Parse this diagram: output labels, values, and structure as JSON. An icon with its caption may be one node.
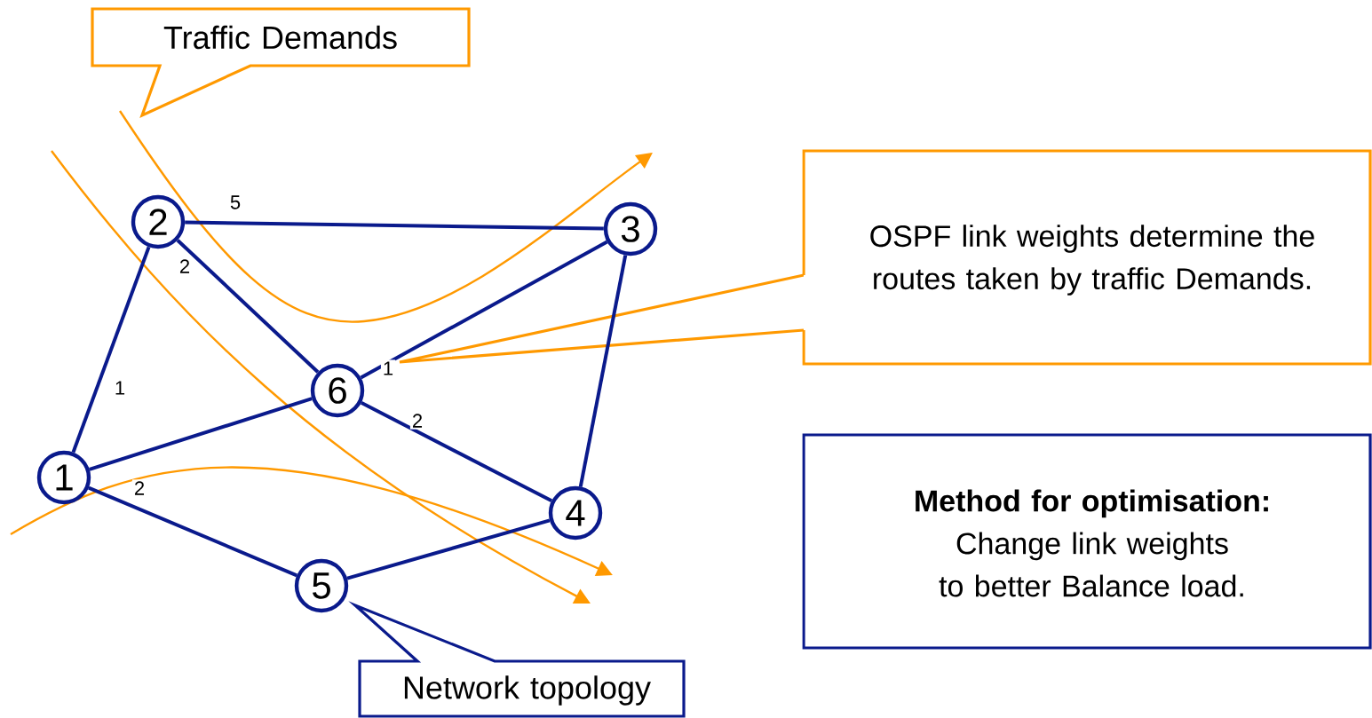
{
  "diagram": {
    "nodes": [
      {
        "text": [
          "Traffic Demands"
        ]
      },
      {
        "text": [
          "1"
        ]
      },
      {
        "text": [
          "2"
        ]
      },
      {
        "text": [
          "3"
        ]
      },
      {
        "text": [
          "4"
        ]
      },
      {
        "text": [
          "5"
        ]
      },
      {
        "text": [
          "6"
        ]
      },
      {
        "text": [
          "OSPF link weights determine the routes taken by traffic Demands."
        ]
      },
      {
        "text": [
          "Method for optimisation:",
          "Change link weights to better Balance load."
        ]
      },
      {
        "text": [
          "Network topology"
        ]
      }
    ],
    "edges": [
      {
        "from": 1,
        "to": 2,
        "arrow": "none",
        "label": "1"
      },
      {
        "from": 2,
        "to": 3,
        "arrow": "none",
        "label": "5"
      },
      {
        "from": 2,
        "to": 6,
        "arrow": "none",
        "label": "2"
      },
      {
        "from": 6,
        "to": 3,
        "arrow": "none",
        "label": "1"
      },
      {
        "from": 1,
        "to": 6,
        "arrow": "none",
        "label": "2"
      },
      {
        "from": 6,
        "to": 4,
        "arrow": "none",
        "label": "2"
      },
      {
        "from": 3,
        "to": 4,
        "arrow": "none"
      },
      {
        "from": 1,
        "to": 5,
        "arrow": "none"
      },
      {
        "from": 5,
        "to": 4,
        "arrow": "none"
      }
    ]
  }
}
